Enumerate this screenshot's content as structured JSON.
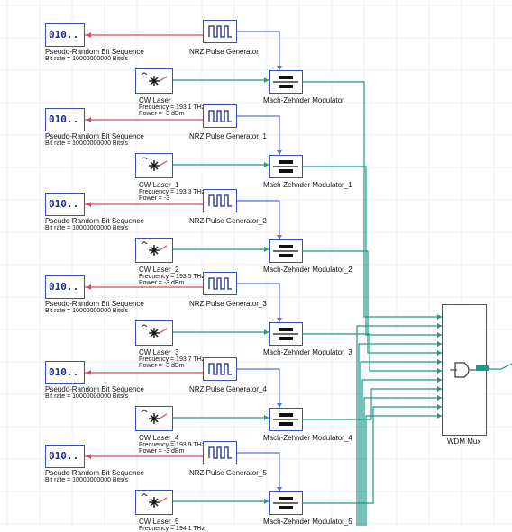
{
  "prbs": {
    "icon_text": "010..",
    "name": "Pseudo-Random Bit Sequence",
    "bitrate": "Bit rate = 10000000000 Bits/s"
  },
  "nrz_names": [
    "NRZ Pulse Generator",
    "NRZ Pulse Generator_1",
    "NRZ Pulse Generator_2",
    "NRZ Pulse Generator_3",
    "NRZ Pulse Generator_4",
    "NRZ Pulse Generator_5"
  ],
  "cw": [
    {
      "name": "CW Laser",
      "freq": "Frequency = 193.1  THz",
      "power": "Power = -3  dBm"
    },
    {
      "name": "CW Laser_1",
      "freq": "Frequency = 193.3  THz",
      "power": "Power = -3"
    },
    {
      "name": "CW Laser_2",
      "freq": "Frequency = 193.5  THz",
      "power": "Power = -3  dBm"
    },
    {
      "name": "CW Laser_3",
      "freq": "Frequency = 193.7  THz",
      "power": "Power = -3  dBm"
    },
    {
      "name": "CW Laser_4",
      "freq": "Frequency = 193.9  THz",
      "power": "Power = -3  dBm"
    },
    {
      "name": "CW Laser_5",
      "freq": "Frequency = 194.1  THz",
      "power": ""
    }
  ],
  "mzm_names": [
    "Mach-Zehnder Modulator",
    "Mach-Zehnder Modulator_1",
    "Mach-Zehnder Modulator_2",
    "Mach-Zehnder Modulator_3",
    "Mach-Zehnder Modulator_4",
    "Mach-Zehnder Modulator_5"
  ],
  "mux": {
    "name": "WDM Mux"
  },
  "colors": {
    "electrical_link": "#d94a5a",
    "drive_link": "#5a6fd8",
    "optical_link": "#1a9a8a",
    "block_border": "#3b4fb8"
  },
  "icons": {
    "prbs": "bit-sequence-icon",
    "nrz": "square-pulse-icon",
    "cw": "laser-star-icon",
    "mzm": "modulator-icon",
    "mux": "multiplexer-icon"
  }
}
